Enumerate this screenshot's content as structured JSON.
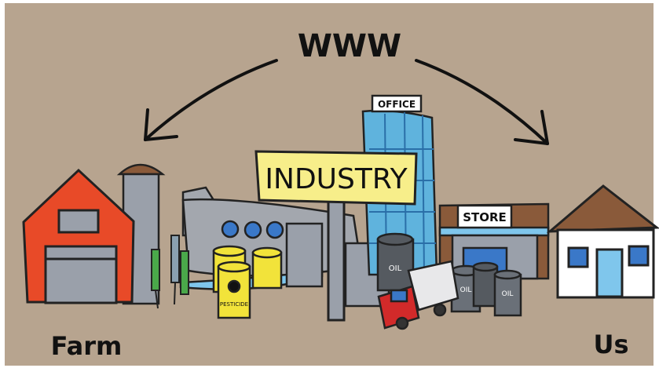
{
  "illustration": {
    "top_label": "WWW",
    "left_label": "Farm",
    "right_label": "Us",
    "industry_sign": "INDUSTRY",
    "office_sign": "OFFICE",
    "store_sign": "STORE",
    "barrel_label": "OIL",
    "pesticide_label": "PESTICIDE"
  },
  "colors": {
    "background": "#b7a48f",
    "barn_red": "#e84a28",
    "office_blue": "#5fb3dd",
    "sign_yellow": "#f7ee8a",
    "pesticide_yellow": "#f2e33a",
    "truck_red": "#d22a2a",
    "house_roof": "#8a5a3a",
    "house_door": "#7fc6ec"
  }
}
